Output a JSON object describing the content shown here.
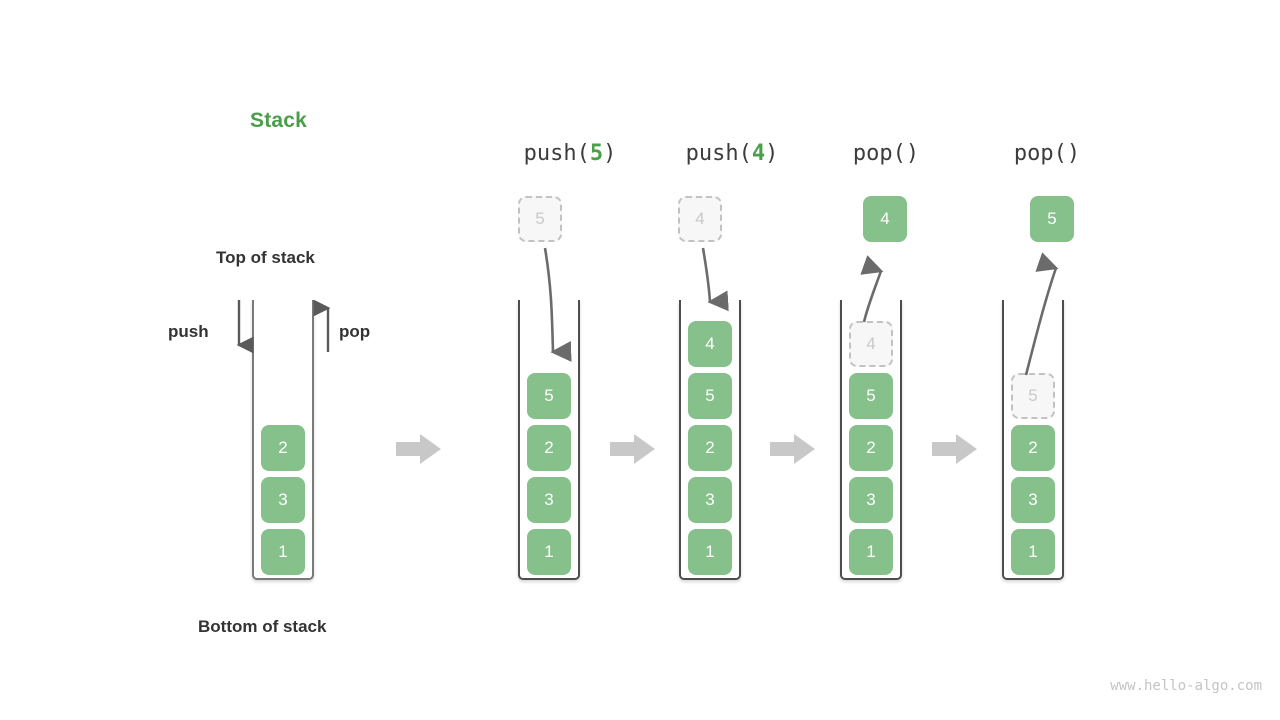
{
  "diagram": {
    "title": "Stack",
    "title_color": "#4a9e4a",
    "accent_color": "#86c08a",
    "ghost_color": "#c9c9c9",
    "watermark": "www.hello-algo.com"
  },
  "labels": {
    "top_of_stack": "Top of stack",
    "bottom_of_stack": "Bottom of stack",
    "push": "push",
    "pop": "pop"
  },
  "columns": [
    {
      "caption_prefix": "",
      "caption_arg": "",
      "caption_suffix": "",
      "stack": [
        "1",
        "3",
        "2"
      ],
      "external": null,
      "ghost": null
    },
    {
      "caption_prefix": "push(",
      "caption_arg": "5",
      "caption_suffix": ")",
      "stack": [
        "1",
        "3",
        "2",
        "5"
      ],
      "external": "5",
      "ghost": null
    },
    {
      "caption_prefix": "push(",
      "caption_arg": "4",
      "caption_suffix": ")",
      "stack": [
        "1",
        "3",
        "2",
        "5",
        "4"
      ],
      "external": "4",
      "ghost": null
    },
    {
      "caption_prefix": "pop(",
      "caption_arg": "",
      "caption_suffix": ")",
      "stack": [
        "1",
        "3",
        "2",
        "5"
      ],
      "external": "4",
      "ghost": "4"
    },
    {
      "caption_prefix": "pop(",
      "caption_arg": "",
      "caption_suffix": ")",
      "stack": [
        "1",
        "3",
        "2"
      ],
      "external": "5",
      "ghost": "5"
    }
  ],
  "transition_arrows": [
    "arrow-right-icon",
    "arrow-right-icon",
    "arrow-right-icon",
    "arrow-right-icon"
  ]
}
